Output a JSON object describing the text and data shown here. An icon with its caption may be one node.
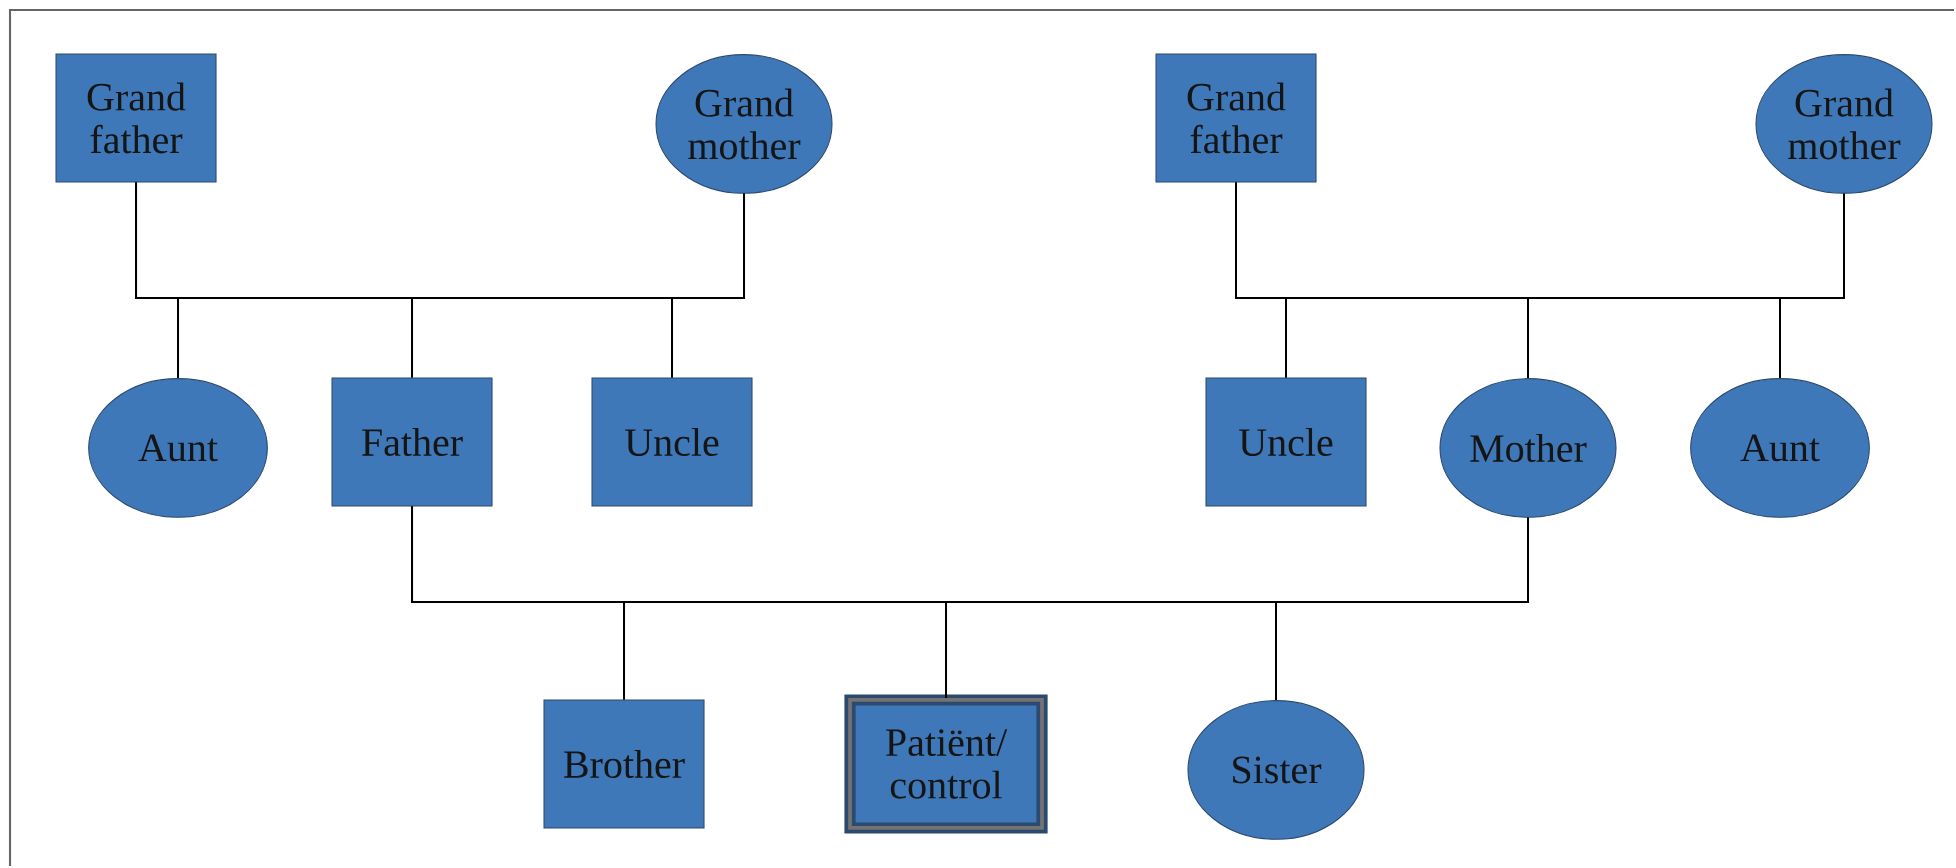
{
  "diagram": {
    "nodes": [
      {
        "text": [
          "Grand father"
        ]
      },
      {
        "text": [
          "Grand mother"
        ]
      },
      {
        "text": [
          "Grand father"
        ]
      },
      {
        "text": [
          "Grand mother"
        ]
      },
      {
        "text": [
          "Aunt"
        ]
      },
      {
        "text": [
          "Father"
        ]
      },
      {
        "text": [
          "Uncle"
        ]
      },
      {
        "text": [
          "Uncle"
        ]
      },
      {
        "text": [
          "Mother"
        ]
      },
      {
        "text": [
          "Aunt"
        ]
      },
      {
        "text": [
          "Brother"
        ]
      },
      {
        "text": [
          "Patiënt/ control"
        ]
      },
      {
        "text": [
          "Sister"
        ]
      }
    ],
    "edges": [
      {
        "from": 0,
        "to": 4,
        "arrow": "none"
      },
      {
        "from": 0,
        "to": 5,
        "arrow": "none"
      },
      {
        "from": 0,
        "to": 6,
        "arrow": "none"
      },
      {
        "from": 1,
        "to": 4,
        "arrow": "none"
      },
      {
        "from": 1,
        "to": 5,
        "arrow": "none"
      },
      {
        "from": 1,
        "to": 6,
        "arrow": "none"
      },
      {
        "from": 2,
        "to": 7,
        "arrow": "none"
      },
      {
        "from": 2,
        "to": 8,
        "arrow": "none"
      },
      {
        "from": 2,
        "to": 9,
        "arrow": "none"
      },
      {
        "from": 3,
        "to": 7,
        "arrow": "none"
      },
      {
        "from": 3,
        "to": 8,
        "arrow": "none"
      },
      {
        "from": 3,
        "to": 9,
        "arrow": "none"
      },
      {
        "from": 5,
        "to": 10,
        "arrow": "none"
      },
      {
        "from": 5,
        "to": 11,
        "arrow": "none"
      },
      {
        "from": 5,
        "to": 12,
        "arrow": "none"
      },
      {
        "from": 8,
        "to": 10,
        "arrow": "none"
      },
      {
        "from": 8,
        "to": 11,
        "arrow": "none"
      },
      {
        "from": 8,
        "to": 12,
        "arrow": "none"
      }
    ]
  }
}
